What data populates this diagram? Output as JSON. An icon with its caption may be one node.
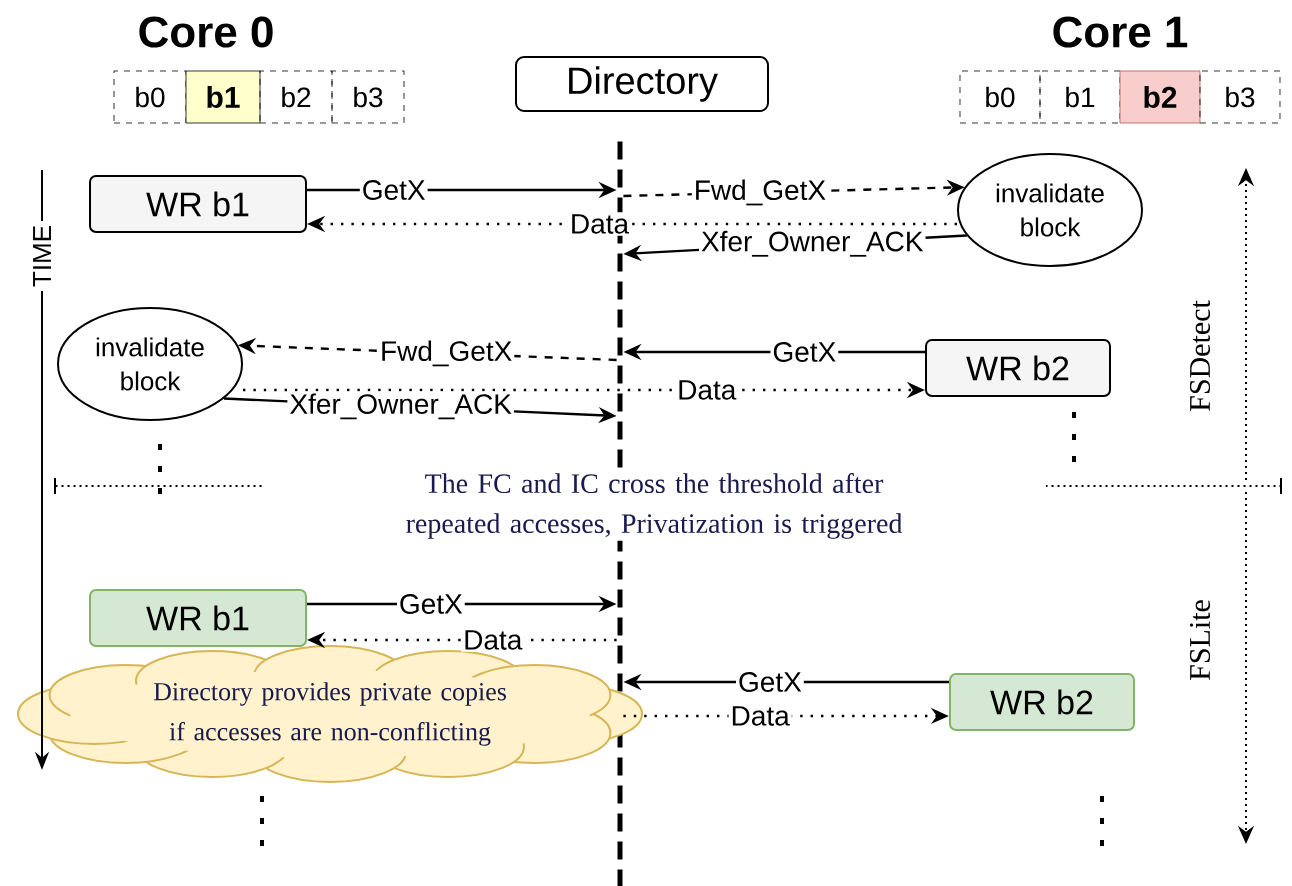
{
  "diagram": {
    "nodes": [
      {
        "text": [
          "b0"
        ]
      },
      {
        "text": [
          "b1"
        ]
      },
      {
        "text": [
          "b2"
        ]
      },
      {
        "text": [
          "b3"
        ]
      },
      {
        "text": [
          "Directory"
        ]
      },
      {
        "text": [
          "b0"
        ]
      },
      {
        "text": [
          "b1"
        ]
      },
      {
        "text": [
          "b2"
        ]
      },
      {
        "text": [
          "b3"
        ]
      },
      {
        "text": [],
        "shape": "bar"
      },
      {
        "text": [
          "WR b1"
        ]
      },
      {
        "text": [
          "invalidate block"
        ]
      },
      {
        "text": [
          "invalidate block"
        ]
      },
      {
        "text": [
          "WR b2"
        ]
      },
      {
        "text": [
          "WR b1"
        ]
      },
      {
        "text": [
          "Directory provides private copies if accesses are non-conflicting"
        ]
      },
      {
        "text": [
          "WR b2"
        ]
      }
    ],
    "edges": [
      {
        "from": 10,
        "to": 9,
        "arrow": "to",
        "label": "GetX"
      },
      {
        "from": 11,
        "to": 10,
        "arrow": "to",
        "label": "Data",
        "style": "dashed"
      },
      {
        "from": 9,
        "to": 11,
        "arrow": "to",
        "label": "Fwd_GetX",
        "style": "dashed"
      },
      {
        "from": 11,
        "to": 9,
        "arrow": "to",
        "label": "Xfer_Owner_ACK"
      },
      {
        "from": 13,
        "to": 9,
        "arrow": "to",
        "label": "GetX"
      },
      {
        "from": 9,
        "to": 12,
        "arrow": "to",
        "label": "Fwd_GetX",
        "style": "dashed"
      },
      {
        "from": 12,
        "to": 13,
        "arrow": "to",
        "label": "Data",
        "style": "dashed"
      },
      {
        "from": 12,
        "to": 9,
        "arrow": "to",
        "label": "Xfer_Owner_ACK"
      },
      {
        "from": 14,
        "to": 9,
        "arrow": "to",
        "label": "GetX"
      },
      {
        "from": 9,
        "to": 14,
        "arrow": "to",
        "label": "Data",
        "style": "dashed"
      },
      {
        "from": 16,
        "to": 9,
        "arrow": "to",
        "label": "GetX"
      },
      {
        "from": 9,
        "to": 16,
        "arrow": "to",
        "label": "Data",
        "style": "dashed"
      }
    ],
    "labels": [
      "Core 0",
      "Core 1",
      "TIME",
      "The FC and IC cross the threshold after repeated accesses, Privatization is triggered",
      "FSDetect",
      "FSLite"
    ]
  }
}
